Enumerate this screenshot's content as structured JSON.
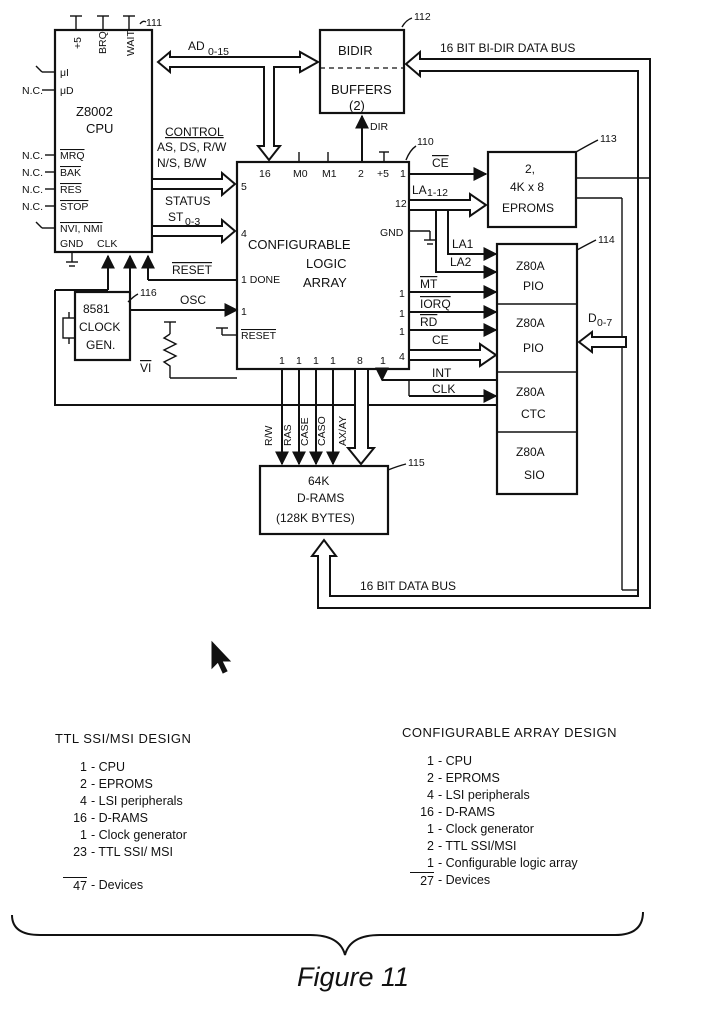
{
  "cpu": {
    "ref": "111",
    "pins_top": [
      "+5",
      "BRQ",
      "WAIT"
    ],
    "name1": "Z8002",
    "name2": "CPU",
    "left_pins": [
      "μI",
      "μD",
      "MRQ",
      "BAK",
      "RES",
      "STOP",
      "NVI, NMI"
    ],
    "nc_labels": [
      "N.C.",
      "N.C.",
      "N.C.",
      "N.C.",
      "N.C."
    ],
    "bottom_pins": [
      "GND",
      "CLK"
    ]
  },
  "buffers": {
    "ref": "112",
    "top": "BIDIR",
    "bottom": "BUFFERS",
    "count": "(2)",
    "dir": "DIR"
  },
  "cla": {
    "ref": "110",
    "name1": "CONFIGURABLE",
    "name2": "LOGIC",
    "name3": "ARRAY",
    "top_pins": [
      "16",
      "M0",
      "M1",
      "2",
      "+5",
      "1"
    ],
    "left_pins": [
      "5",
      "4",
      "1 DONE",
      "1",
      "RESET"
    ],
    "right_pins": [
      "12",
      "GND",
      "1",
      "1",
      "1",
      "4"
    ],
    "bottom_pins": [
      "1",
      "1",
      "1",
      "1",
      "8",
      "1"
    ]
  },
  "eproms": {
    "ref": "113",
    "line1": "2,",
    "line2": "4K x 8",
    "line3": "EPROMS"
  },
  "peripherals": {
    "ref": "114",
    "blocks": [
      {
        "l1": "Z80A",
        "l2": "PIO"
      },
      {
        "l1": "Z80A",
        "l2": "PIO"
      },
      {
        "l1": "Z80A",
        "l2": "CTC"
      },
      {
        "l1": "Z80A",
        "l2": "SIO"
      }
    ]
  },
  "dram": {
    "ref": "115",
    "line1": "64K",
    "line2": "D-RAMS",
    "line3": "(128K BYTES)"
  },
  "clock": {
    "ref": "116",
    "line1": "8581",
    "line2": "CLOCK",
    "line3": "GEN."
  },
  "signals": {
    "addr": "AD",
    "addr_sub": "0-15",
    "bidir_bus": "16 BIT BI-DIR DATA BUS",
    "control": "CONTROL",
    "control_sigs": "AS, DS, R/W",
    "ns_bw": "N/S, B/W",
    "status": "STATUS",
    "status_sig": "ST",
    "status_sub": "0-3",
    "reset": "RESET",
    "osc": "OSC",
    "vi": "VI",
    "ce": "CE",
    "la": "LA",
    "la_sub": "1-12",
    "la1": "LA1",
    "la2": "LA2",
    "mt": "MT",
    "iorq": "IORQ",
    "rd": "RD",
    "ce2": "CE",
    "int": "INT",
    "clk": "CLK",
    "d07": "D",
    "d07_sub": "0-7",
    "rw": "R/W",
    "ras": "RAS",
    "case": "CASE",
    "caso": "CASO",
    "axay": "AX/AY",
    "data_bus": "16 BIT DATA BUS"
  },
  "legend_left": {
    "title": "TTL  SSI/MSI  DESIGN",
    "rows": [
      {
        "n": "1",
        "t": "- CPU"
      },
      {
        "n": "2",
        "t": "- EPROMS"
      },
      {
        "n": "4",
        "t": "- LSI peripherals"
      },
      {
        "n": "16",
        "t": "- D-RAMS"
      },
      {
        "n": "1",
        "t": "- Clock generator"
      },
      {
        "n": "23",
        "t": "- TTL SSI/ MSI"
      }
    ],
    "total_n": "47",
    "total_t": "- Devices"
  },
  "legend_right": {
    "title": "CONFIGURABLE  ARRAY  DESIGN",
    "rows": [
      {
        "n": "1",
        "t": "- CPU"
      },
      {
        "n": "2",
        "t": "- EPROMS"
      },
      {
        "n": "4",
        "t": "- LSI peripherals"
      },
      {
        "n": "16",
        "t": "- D-RAMS"
      },
      {
        "n": "1",
        "t": "- Clock generator"
      },
      {
        "n": "2",
        "t": "- TTL SSI/MSI"
      },
      {
        "n": "1",
        "t": "- Configurable logic array"
      }
    ],
    "total_n": "27",
    "total_t": "- Devices"
  },
  "caption": "Figure 11"
}
